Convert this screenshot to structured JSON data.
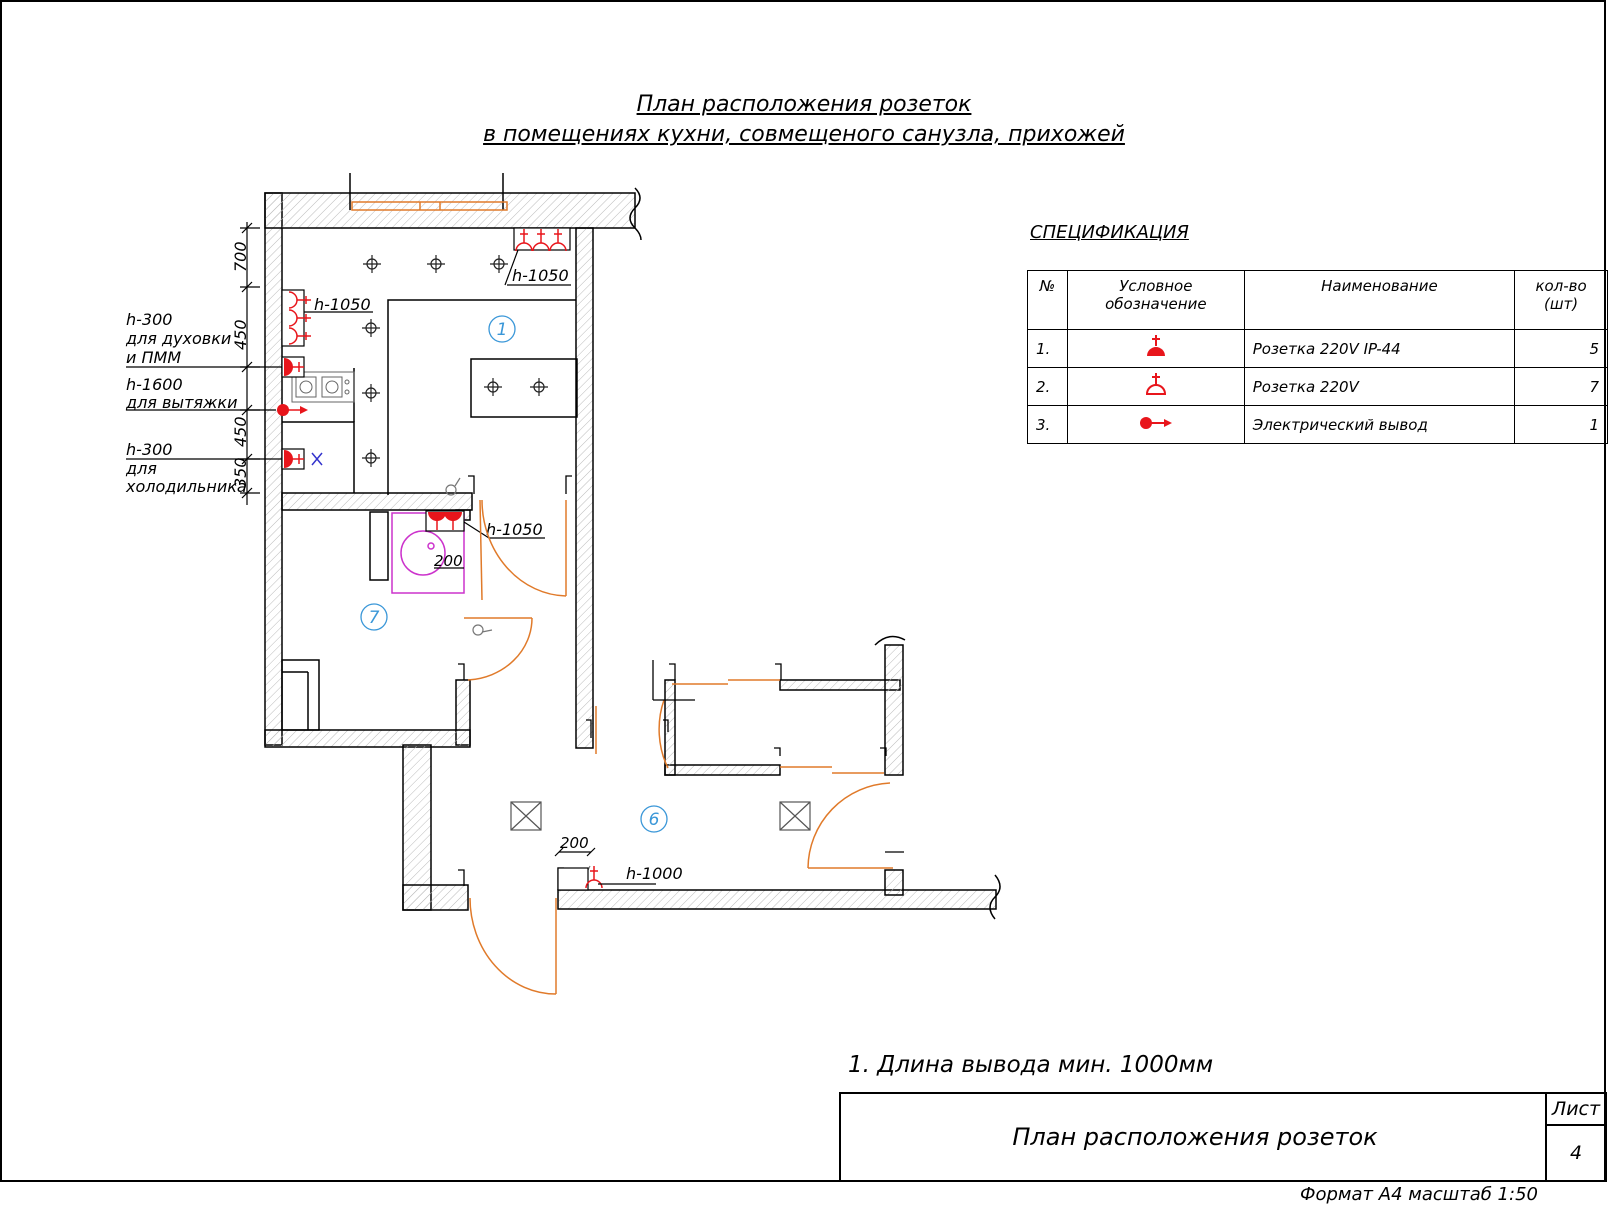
{
  "title": {
    "line1": "План расположения розеток",
    "line2": "в помещениях кухни, совмещеного санузла, прихожей"
  },
  "spec": {
    "heading": "СПЕЦИФИКАЦИЯ",
    "columns": [
      "№",
      "Условное обозначение",
      "Наименование",
      "кол-во (шт)"
    ],
    "rows": [
      {
        "num": "1.",
        "symbol": "socket-ip44-icon",
        "name": "Розетка 220V IP-44",
        "qty": "5"
      },
      {
        "num": "2.",
        "symbol": "socket-220v-icon",
        "name": "Розетка 220V",
        "qty": "7"
      },
      {
        "num": "3.",
        "symbol": "electric-outlet-icon",
        "name": "Электрический вывод",
        "qty": "1"
      }
    ]
  },
  "plan": {
    "rooms": [
      "1",
      "7",
      "6"
    ],
    "heights": {
      "kitchen_window": "h-1050",
      "kitchen_left": "h-1050",
      "bath": "h-1050",
      "hall": "h-1000"
    },
    "side_labels": {
      "oven_h": "h-300",
      "oven_l1": "для духовки",
      "oven_l2": "и ПММ",
      "hood_h": "h-1600",
      "hood_l1": "для вытяжки",
      "fridge_h": "h-300",
      "fridge_l1": "для",
      "fridge_l2": "холодильника"
    },
    "dims": [
      "700",
      "450",
      "450",
      "350",
      "200",
      "200"
    ]
  },
  "note": "1. Длина вывода мин. 1000мм",
  "stamp": {
    "name": "План расположения розеток",
    "sheet_label": "Лист",
    "sheet_number": "4"
  },
  "format": "Формат А4 масштаб 1:50",
  "colors": {
    "socket": "#e8151b",
    "door": "#e07a2a",
    "room_tag": "#3a97d8",
    "sink": "#cc33cc",
    "cross": "#3333cc"
  }
}
